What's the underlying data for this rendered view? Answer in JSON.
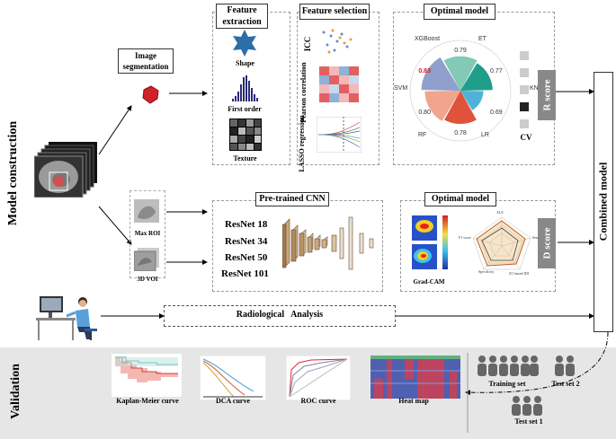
{
  "sections": {
    "model_construction": "Model construction",
    "validation": "Validation"
  },
  "image_segmentation": "Image segmentation",
  "feature_extraction": {
    "title": "Feature extraction",
    "items": [
      "Shape",
      "First order",
      "Texture"
    ]
  },
  "feature_selection": {
    "title": "Feature selection",
    "items": [
      "ICC",
      "Pearson correlation",
      "LASSO regression"
    ]
  },
  "optimal_model_1": {
    "title": "Optimal model",
    "models": [
      {
        "name": "XGBoost",
        "value": "0.79",
        "color": "#82c9b6"
      },
      {
        "name": "ET",
        "value": "0.77",
        "color": "#1f9e89"
      },
      {
        "name": "KNN",
        "value": "0.69",
        "color": "#4fb3d9"
      },
      {
        "name": "LR",
        "value": "0.78",
        "color": "#e0533b"
      },
      {
        "name": "RF",
        "value": "0.80",
        "color": "#f2a48c"
      },
      {
        "name": "SVM",
        "value": "0.83",
        "color": "#8fa0cc"
      }
    ],
    "cv_label": "CV"
  },
  "r_score": "R score",
  "d_score": "D score",
  "combined_model": "Combined model",
  "rois": [
    "Max ROI",
    "3D VOI"
  ],
  "cnn": {
    "title": "Pre-trained CNN",
    "models": [
      "ResNet 18",
      "ResNet 34",
      "ResNet 50",
      "ResNet 101"
    ]
  },
  "optimal_model_2": {
    "title": "Optimal model",
    "gradcam": "Grad-CAM",
    "radar_labels": [
      "AUC",
      "Sensitivity",
      "Specificity",
      "F1 score",
      "ZC-based IDI"
    ]
  },
  "radiological": "Radiological   Analysis",
  "validation": {
    "items": [
      "Kaplan-Meier curve",
      "DCA curve",
      "ROC curve",
      "Heat map"
    ],
    "sets": [
      "Training set",
      "Test set 2",
      "Test set 1"
    ]
  }
}
